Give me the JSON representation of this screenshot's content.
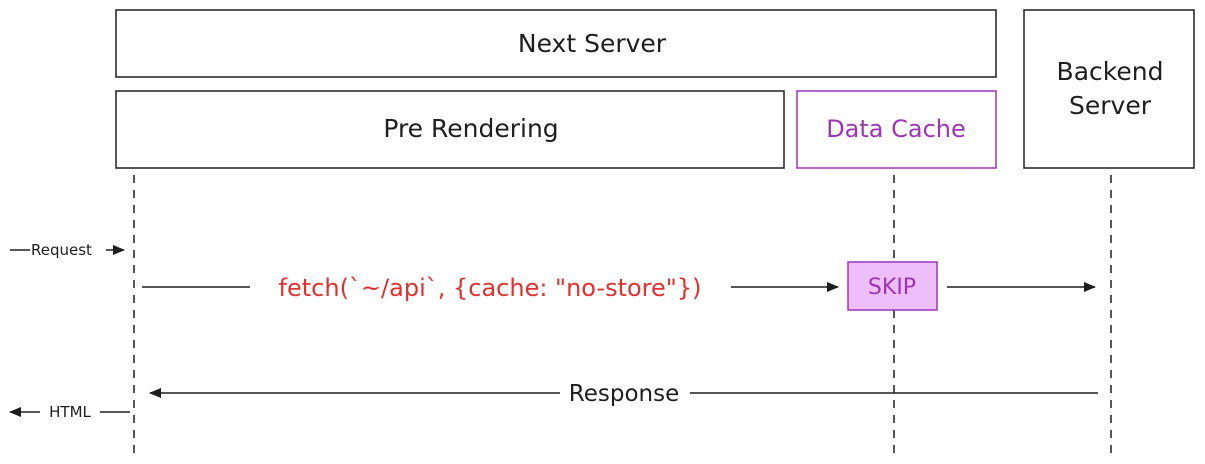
{
  "boxes": {
    "next_server": "Next Server",
    "pre_rendering": "Pre Rendering",
    "data_cache": "Data Cache",
    "backend_server_line1": "Backend",
    "backend_server_line2": "Server"
  },
  "flow": {
    "request": "Request",
    "fetch_call": "fetch(`~/api`, {cache: \"no-store\"})",
    "skip": "SKIP",
    "response": "Response",
    "html": "HTML"
  },
  "colors": {
    "stroke": "#1e1e1e",
    "cache_purple": "#9c36b5",
    "skip_fill": "#eebefa",
    "fetch_red": "#e03131"
  }
}
